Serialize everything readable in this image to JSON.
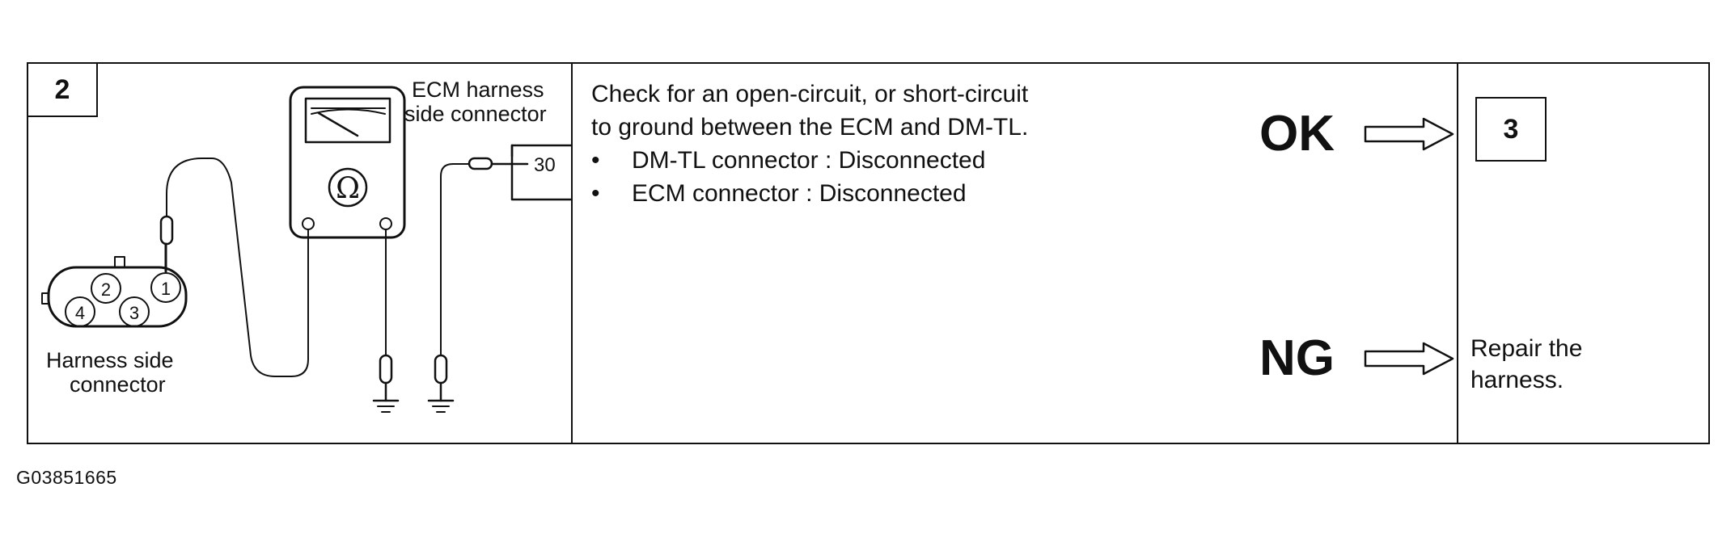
{
  "step_number": "2",
  "diagram": {
    "ecm_connector_label_line1": "ECM harness",
    "ecm_connector_label_line2": "side connector",
    "ecm_terminal": "30",
    "harness_label_line1": "Harness side",
    "harness_label_line2": "connector",
    "pins": [
      "1",
      "2",
      "3",
      "4"
    ],
    "meter_symbol": "Ω",
    "icons": [
      "ohmmeter-icon",
      "ground-symbol-icon",
      "test-probe-icon",
      "connector-icon"
    ]
  },
  "instructions": {
    "line1": "Check for an open-circuit, or short-circuit",
    "line2": "to ground between the ECM and DM-TL.",
    "bullets": [
      "DM-TL connector : Disconnected",
      "ECM connector : Disconnected"
    ]
  },
  "results": {
    "ok_label": "OK",
    "ok_next_step": "3",
    "ng_label": "NG",
    "ng_action_line1": "Repair the",
    "ng_action_line2": "harness."
  },
  "figure_id": "G03851665",
  "colors": {
    "ink": "#111111",
    "background": "#ffffff"
  }
}
